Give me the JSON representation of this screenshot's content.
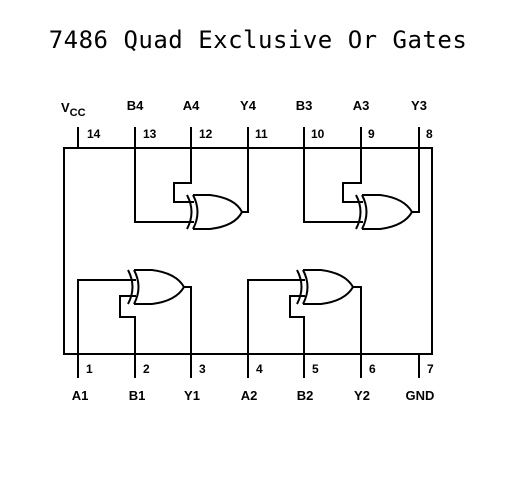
{
  "title": "7486 Quad Exclusive Or Gates",
  "top_pins": [
    {
      "name": "VCC",
      "name_main": "V",
      "name_sub": "CC",
      "number": "14"
    },
    {
      "name": "B4",
      "number": "13"
    },
    {
      "name": "A4",
      "number": "12"
    },
    {
      "name": "Y4",
      "number": "11"
    },
    {
      "name": "B3",
      "number": "10"
    },
    {
      "name": "A3",
      "number": "9"
    },
    {
      "name": "Y3",
      "number": "8"
    }
  ],
  "bottom_pins": [
    {
      "name": "A1",
      "number": "1"
    },
    {
      "name": "B1",
      "number": "2"
    },
    {
      "name": "Y1",
      "number": "3"
    },
    {
      "name": "A2",
      "number": "4"
    },
    {
      "name": "B2",
      "number": "5"
    },
    {
      "name": "Y2",
      "number": "6"
    },
    {
      "name": "GND",
      "number": "7"
    }
  ],
  "gates": [
    {
      "id": "gate-4",
      "type": "xor"
    },
    {
      "id": "gate-3",
      "type": "xor"
    },
    {
      "id": "gate-1",
      "type": "xor"
    },
    {
      "id": "gate-2",
      "type": "xor"
    }
  ]
}
